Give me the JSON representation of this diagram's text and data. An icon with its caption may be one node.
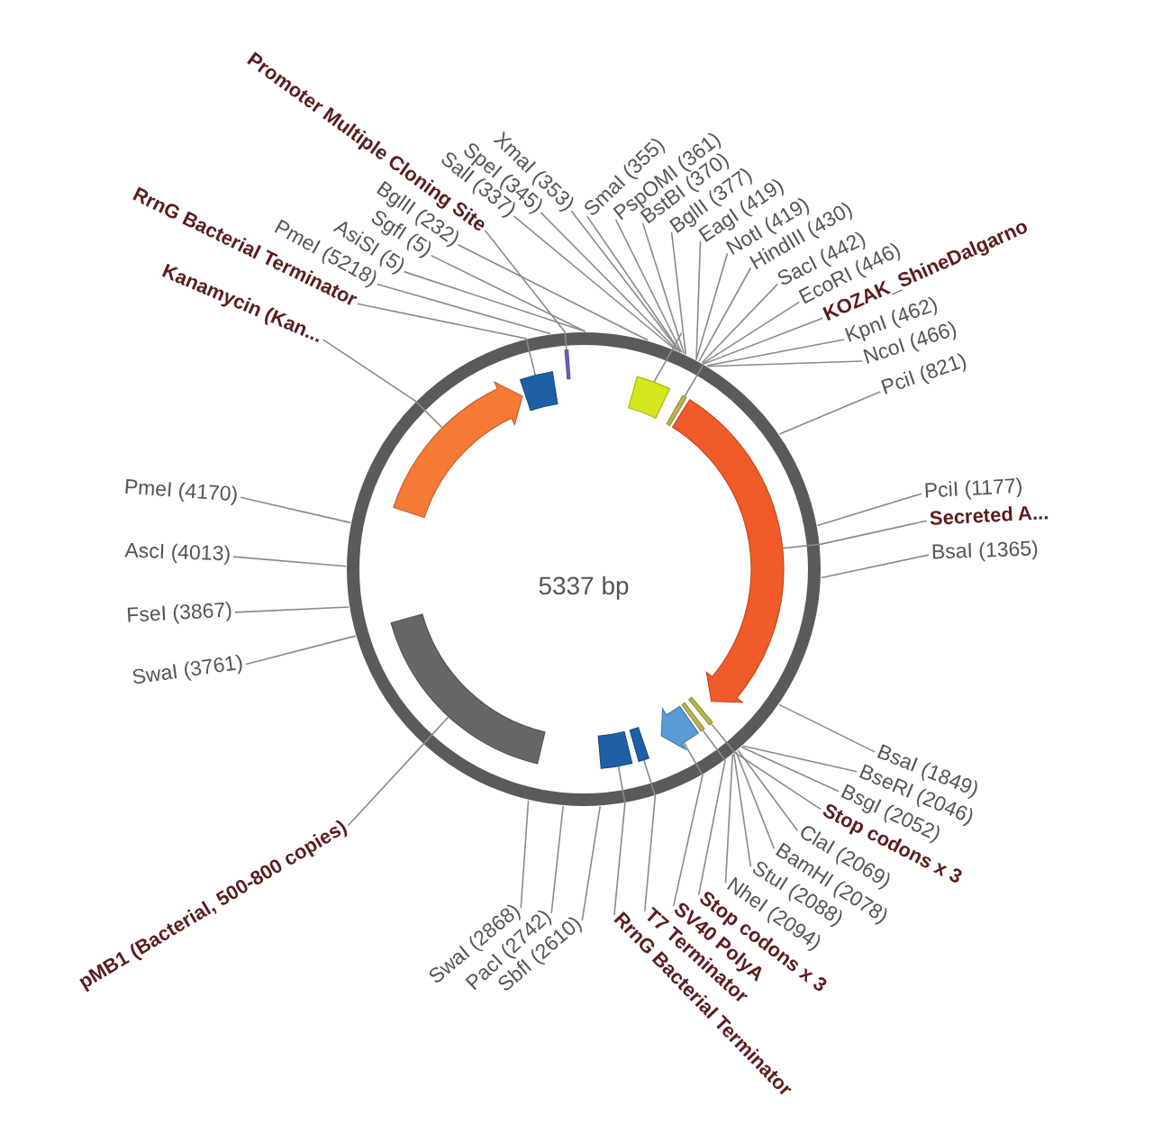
{
  "diagram": {
    "nodes": [
      {
        "text": [
          "Promoter Multiple Cloning Site"
        ]
      },
      {
        "text": [
          "SalI (337)"
        ]
      },
      {
        "text": [
          "SpeI (345)"
        ]
      },
      {
        "text": [
          "XmaI (353)"
        ]
      },
      {
        "text": [
          "SmaI (355)"
        ]
      },
      {
        "text": [
          "PspOMI (361)"
        ]
      },
      {
        "text": [
          "BstBI (370)"
        ]
      },
      {
        "text": [
          "BglII (377)"
        ]
      },
      {
        "text": [
          "EagI (419)"
        ]
      },
      {
        "text": [
          "NotI (419)"
        ]
      },
      {
        "text": [
          "HindIII (430)"
        ]
      },
      {
        "text": [
          "SacI (442)"
        ]
      },
      {
        "text": [
          "EcoRI (446)"
        ]
      },
      {
        "text": [
          "KOZAK_ShineDalgarno"
        ]
      },
      {
        "text": [
          "KpnI (462)"
        ]
      },
      {
        "text": [
          "NcoI (466)"
        ]
      },
      {
        "text": [
          "PciI (821)"
        ]
      },
      {
        "text": [
          "PciI (1177)"
        ]
      },
      {
        "text": [
          "Secreted A..."
        ]
      },
      {
        "text": [
          "BsaI (1365)"
        ]
      },
      {
        "text": [
          "BsaI (1849)"
        ]
      },
      {
        "text": [
          "BseRI (2046)"
        ]
      },
      {
        "text": [
          "BsgI (2052)"
        ]
      },
      {
        "text": [
          "Stop codons x 3"
        ]
      },
      {
        "text": [
          "ClaI (2069)"
        ]
      },
      {
        "text": [
          "BamHI (2078)"
        ]
      },
      {
        "text": [
          "StuI (2088)"
        ]
      },
      {
        "text": [
          "NheI (2094)"
        ]
      },
      {
        "text": [
          "Stop codons x 3"
        ]
      },
      {
        "text": [
          "SV40 PolyA"
        ]
      },
      {
        "text": [
          "T7 Terminator"
        ]
      },
      {
        "text": [
          "RrnG Bacterial Terminator"
        ]
      },
      {
        "text": [
          "SbfI (2610)"
        ]
      },
      {
        "text": [
          "PacI (2742)"
        ]
      },
      {
        "text": [
          "SwaI (2868)"
        ]
      },
      {
        "text": [
          "pMB1 (Bacterial, 500-800 copies)"
        ]
      },
      {
        "text": [
          "SwaI (3761)"
        ]
      },
      {
        "text": [
          "FseI (3867)"
        ]
      },
      {
        "text": [
          "AscI (4013)"
        ]
      },
      {
        "text": [
          "PmeI (4170)"
        ]
      },
      {
        "text": [
          "PmeI (5218)"
        ]
      },
      {
        "text": [
          "AsiSI (5)"
        ]
      },
      {
        "text": [
          "SgfI (5)"
        ]
      },
      {
        "text": [
          "BglII (232)"
        ]
      },
      {
        "text": [
          "RrnG Bacterial Terminator"
        ]
      },
      {
        "text": [
          "Kanamycin (Kan..."
        ]
      },
      {
        "text": [],
        "shape": "bar"
      },
      {
        "text": [],
        "shape": "box"
      },
      {
        "text": [],
        "shape": "bar"
      },
      {
        "text": [],
        "shape": "arrow"
      },
      {
        "text": [],
        "shape": "bar"
      },
      {
        "text": [],
        "shape": "bar"
      },
      {
        "text": [],
        "shape": "arrow"
      },
      {
        "text": [],
        "shape": "bar"
      },
      {
        "text": [],
        "shape": "box"
      },
      {
        "text": [],
        "shape": "bar"
      },
      {
        "text": [],
        "shape": "arrow"
      },
      {
        "text": [],
        "shape": "box"
      }
    ],
    "edges": [
      {
        "from": 0,
        "to": 46,
        "arrow": "none"
      },
      {
        "from": 1,
        "to": null,
        "arrow": "none"
      },
      {
        "from": 2,
        "to": null,
        "arrow": "none"
      },
      {
        "from": 3,
        "to": null,
        "arrow": "none"
      },
      {
        "from": 4,
        "to": null,
        "arrow": "none"
      },
      {
        "from": 5,
        "to": null,
        "arrow": "none"
      },
      {
        "from": 6,
        "to": null,
        "arrow": "none"
      },
      {
        "from": 7,
        "to": null,
        "arrow": "none"
      },
      {
        "from": 8,
        "to": null,
        "arrow": "none"
      },
      {
        "from": 9,
        "to": null,
        "arrow": "none"
      },
      {
        "from": 10,
        "to": null,
        "arrow": "none"
      },
      {
        "from": 11,
        "to": null,
        "arrow": "none"
      },
      {
        "from": 12,
        "to": null,
        "arrow": "none"
      },
      {
        "from": 13,
        "to": 48,
        "arrow": "none"
      },
      {
        "from": 14,
        "to": null,
        "arrow": "none"
      },
      {
        "from": 15,
        "to": null,
        "arrow": "none"
      },
      {
        "from": 16,
        "to": null,
        "arrow": "none"
      },
      {
        "from": 17,
        "to": null,
        "arrow": "none"
      },
      {
        "from": 18,
        "to": 49,
        "arrow": "none"
      },
      {
        "from": 19,
        "to": null,
        "arrow": "none"
      },
      {
        "from": 20,
        "to": null,
        "arrow": "none"
      },
      {
        "from": 21,
        "to": null,
        "arrow": "none"
      },
      {
        "from": 22,
        "to": null,
        "arrow": "none"
      },
      {
        "from": 23,
        "to": 50,
        "arrow": "none"
      },
      {
        "from": 24,
        "to": null,
        "arrow": "none"
      },
      {
        "from": 25,
        "to": null,
        "arrow": "none"
      },
      {
        "from": 26,
        "to": null,
        "arrow": "none"
      },
      {
        "from": 27,
        "to": null,
        "arrow": "none"
      },
      {
        "from": 28,
        "to": 51,
        "arrow": "none"
      },
      {
        "from": 29,
        "to": 52,
        "arrow": "none"
      },
      {
        "from": 30,
        "to": 53,
        "arrow": "none"
      },
      {
        "from": 31,
        "to": 54,
        "arrow": "none"
      },
      {
        "from": 32,
        "to": null,
        "arrow": "none"
      },
      {
        "from": 33,
        "to": null,
        "arrow": "none"
      },
      {
        "from": 34,
        "to": null,
        "arrow": "none"
      },
      {
        "from": 35,
        "to": 55,
        "arrow": "none"
      },
      {
        "from": 36,
        "to": null,
        "arrow": "none"
      },
      {
        "from": 37,
        "to": null,
        "arrow": "none"
      },
      {
        "from": 38,
        "to": null,
        "arrow": "none"
      },
      {
        "from": 39,
        "to": null,
        "arrow": "none"
      },
      {
        "from": 40,
        "to": null,
        "arrow": "none"
      },
      {
        "from": 41,
        "to": null,
        "arrow": "none"
      },
      {
        "from": 42,
        "to": null,
        "arrow": "none"
      },
      {
        "from": 43,
        "to": null,
        "arrow": "none"
      },
      {
        "from": 44,
        "to": 57,
        "arrow": "none"
      },
      {
        "from": 45,
        "to": 56,
        "arrow": "none"
      },
      {
        "from": null,
        "to": 47,
        "arrow": "none"
      }
    ],
    "labels": [
      "5337 bp"
    ]
  }
}
